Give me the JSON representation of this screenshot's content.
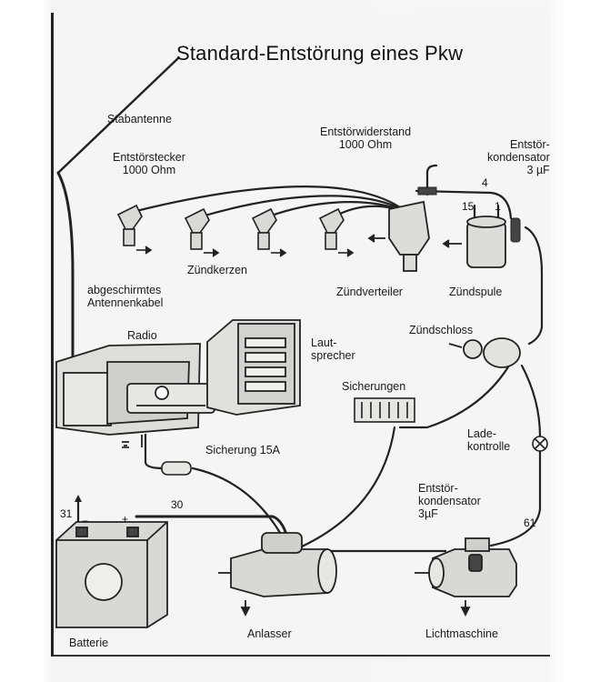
{
  "title": "Standard-Entstörung eines Pkw",
  "labels": {
    "stabantenne": "Stabantenne",
    "entstoerstecker": "Entstörstecker\n1000 Ohm",
    "entstoerwiderstand": "Entstörwiderstand\n1000 Ohm",
    "entstoerkondensator_top": "Entstör-\nkondensator\n3 µF",
    "zuendkerzen": "Zündkerzen",
    "antennenkabel": "abgeschirmtes\nAntennenkabel",
    "zuendverteiler": "Zündverteiler",
    "zuendspule": "Zündspule",
    "radio": "Radio",
    "lautsprecher": "Laut-\nsprecher",
    "zuendschloss": "Zündschloss",
    "sicherungen": "Sicherungen",
    "sicherung": "Sicherung 15A",
    "ladekontrolle": "Lade-\nkontrolle",
    "entstoerkondensator_bottom": "Entstör-\nkondensator\n3µF",
    "batterie": "Batterie",
    "anlasser": "Anlasser",
    "lichtmaschine": "Lichtmaschine"
  },
  "terminals": {
    "t4": "4",
    "t15": "15",
    "t1": "1",
    "t31": "31",
    "t30": "30",
    "t61": "61",
    "minus": "−",
    "plus": "+"
  }
}
